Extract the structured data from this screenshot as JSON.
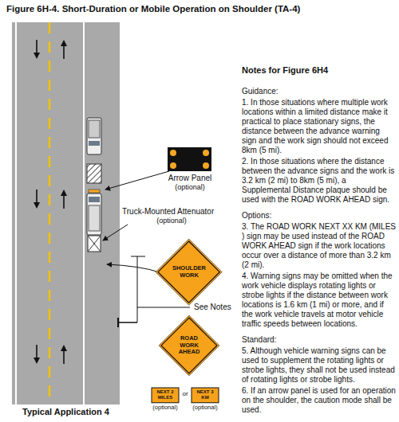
{
  "diagram": {
    "title": "Figure 6H-4.  Short-Duration or Mobile Operation on Shoulder (TA-4)",
    "nodes": [
      {
        "text": [
          "SHOULDER WORK"
        ]
      },
      {
        "text": [
          "ROAD WORK AHEAD"
        ]
      },
      {
        "text": [
          "NEXT 2 MILES"
        ]
      },
      {
        "text": [
          "NEXT 3 KM"
        ]
      }
    ],
    "labels": [
      "Arrow Panel",
      "(optional)",
      "Truck-Mounted Attenuator",
      "(optional)",
      "See Notes",
      "(optional)",
      "or",
      "(optional)",
      "Notes for Figure 6H4",
      "Guidance:",
      "1. In those situations where multiple work locations within a limited distance make it practical to place stationary signs, the distance between the advance warning sign and the work sign should not exceed 8km (5 mi).",
      "2. In those situations where the distance between the advance signs and the work is 3.2 km (2 mi) to 8km (5 mi), a Supplemental Distance plaque should be used with the ROAD WORK AHEAD sign.",
      "Options:",
      "3. The ROAD WORK NEXT XX KM (MILES ) sign may be used instead of the ROAD WORK AHEAD sign if the work locations occur over a distance of more than 3.2 km (2 mi).",
      "4. Warning signs may be omitted when the work vehicle displays rotating lights or strobe lights if the distance between work locations is 1.6 km (1 mi) or more, and if the work vehicle travels at motor vehicle traffic speeds between locations.",
      "Standard:",
      "5. Although vehicle warning signs can be used to supplement the rotating lights or strobe lights, they shall not be used instead of rotating lights or strobe lights.",
      "6. If an arrow panel is used for an operation on the shoulder, the caution mode shall be used.",
      "Typical Application 4"
    ]
  }
}
